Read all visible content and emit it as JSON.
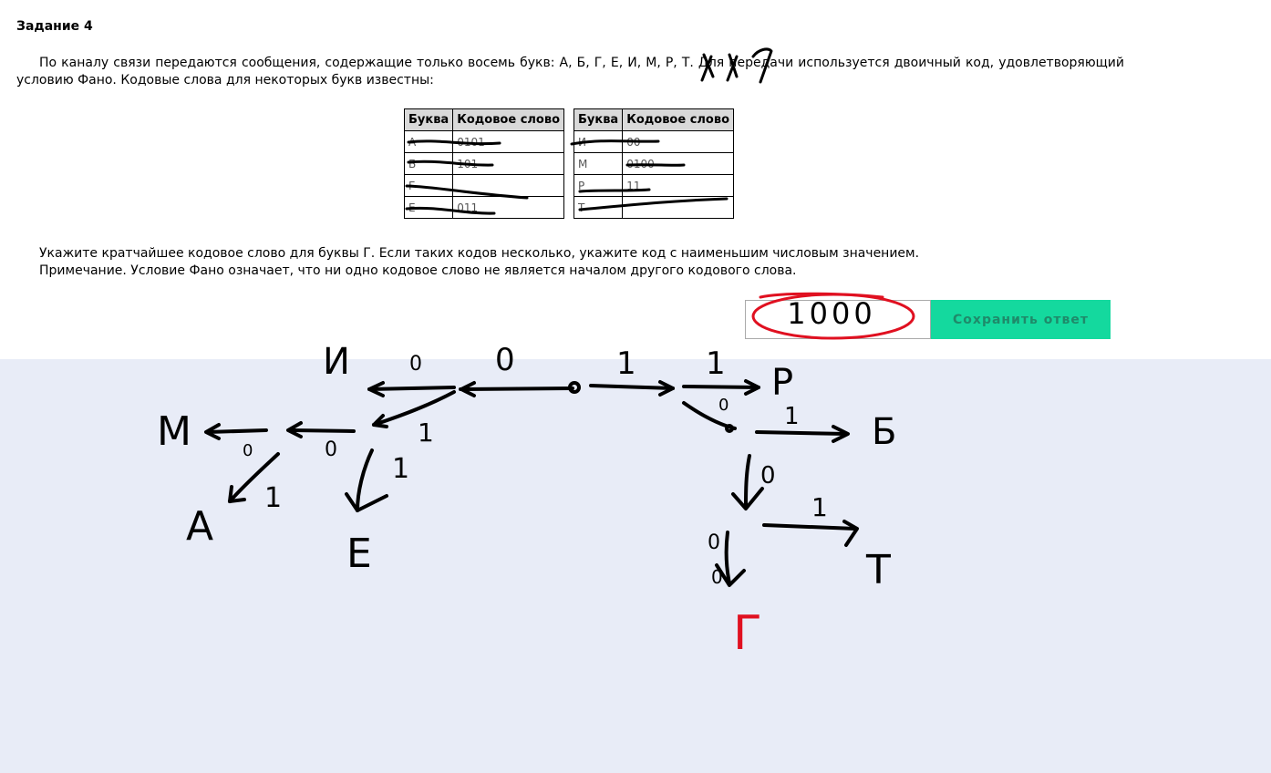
{
  "task": {
    "title": "Задание 4",
    "statement": "По каналу связи передаются сообщения, содержащие только восемь букв: А, Б, Г, Е, И, М, Р, Т. Для передачи используется двоичный код, удовлетворяющий условию Фано. Кодовые слова для некоторых букв известны:",
    "question_line1": "Укажите кратчайшее кодовое слово для буквы Г. Если таких кодов несколько, укажите код с наименьшим числовым значением.",
    "question_line2": "Примечание. Условие Фано означает, что ни одно кодовое слово не является началом другого кодового слова."
  },
  "tables": {
    "header_letter": "Буква",
    "header_code": "Кодовое слово",
    "left": [
      {
        "letter": "А",
        "code": "0101"
      },
      {
        "letter": "Б",
        "code": "101"
      },
      {
        "letter": "Г",
        "code": ""
      },
      {
        "letter": "Е",
        "code": "011"
      }
    ],
    "right": [
      {
        "letter": "И",
        "code": "00"
      },
      {
        "letter": "М",
        "code": "0100"
      },
      {
        "letter": "Р",
        "code": "11"
      },
      {
        "letter": "Т",
        "code": ""
      }
    ]
  },
  "answer": {
    "value": "1000",
    "button_label": "Сохранить ответ"
  },
  "drawing": {
    "ink_color": "#000000",
    "highlight_color": "#e01020",
    "annotations": [
      "1000",
      "И",
      "0",
      "0",
      "1",
      "1",
      "Р",
      "М",
      "0",
      "1",
      "0",
      "Б",
      "0",
      "1",
      "0",
      "1",
      "А",
      "1",
      "Е",
      "0",
      "1",
      "0",
      "Т",
      "Г"
    ]
  }
}
